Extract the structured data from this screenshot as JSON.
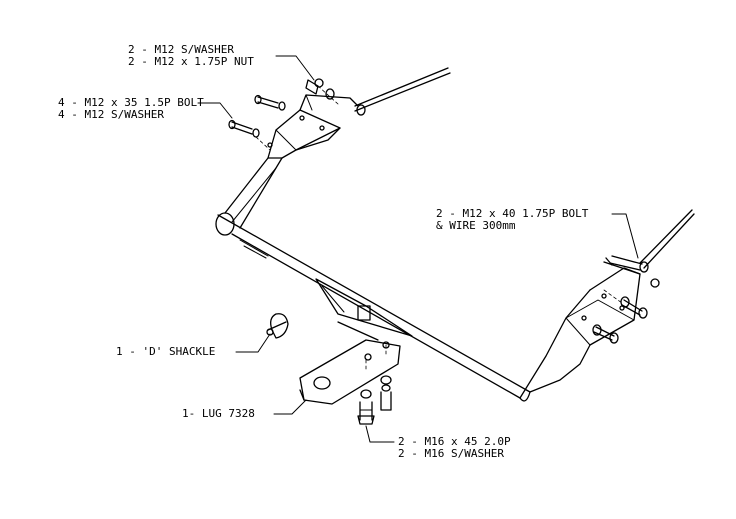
{
  "callouts": {
    "washer_nut": {
      "line1": "2 - M12 S/WASHER",
      "line2": "2 - M12 x 1.75P NUT"
    },
    "bolt_left": {
      "line1": "4 - M12 x 35 1.5P BOLT",
      "line2": "4 - M12 S/WASHER"
    },
    "bolt_right": {
      "line1": "2 - M12 x 40 1.75P BOLT",
      "line2": "& WIRE 300mm"
    },
    "shackle": {
      "line1": "1 - 'D' SHACKLE"
    },
    "lug": {
      "line1": "1- LUG 7328"
    },
    "bolt_lug": {
      "line1": "2 - M16 x 45 2.0P",
      "line2": "2 - M16 S/WASHER"
    }
  }
}
